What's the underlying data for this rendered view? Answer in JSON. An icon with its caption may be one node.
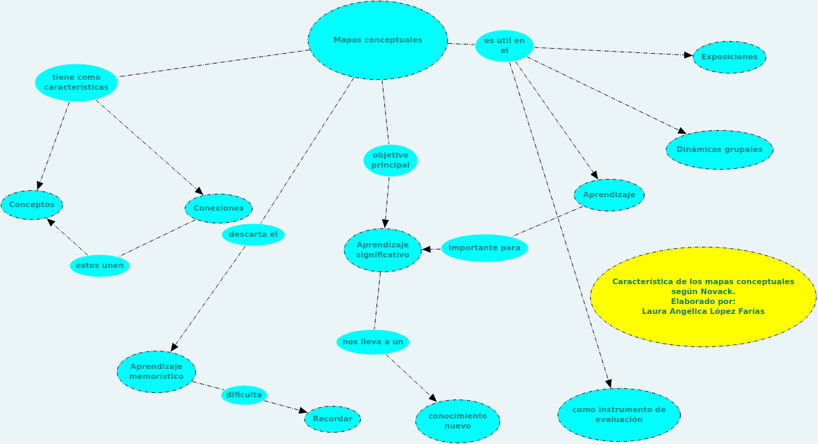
{
  "diagram": {
    "nodes": [
      {
        "text": [
          "Mapas conceptuales"
        ]
      },
      {
        "text": [
          "es util en el"
        ]
      },
      {
        "text": [
          "Exposiciones"
        ]
      },
      {
        "text": [
          "tiene como características"
        ]
      },
      {
        "text": [
          "Dinámicas grupales"
        ]
      },
      {
        "text": [
          "objetivo principal"
        ]
      },
      {
        "text": [
          "Aprendizaje"
        ]
      },
      {
        "text": [
          "Conceptos"
        ]
      },
      {
        "text": [
          "Conexiones"
        ]
      },
      {
        "text": [
          "descarta el"
        ]
      },
      {
        "text": [
          "Aprendizaje significativo"
        ]
      },
      {
        "text": [
          "importante para"
        ]
      },
      {
        "text": [
          "estos unen"
        ]
      },
      {
        "text": [
          "Característica de los mapas conceptuales según Novack.",
          "Elaborado por:",
          "Laura Angélica López Farías"
        ]
      },
      {
        "text": [
          "nos lleva a un"
        ]
      },
      {
        "text": [
          "Aprendizaje memorístico"
        ]
      },
      {
        "text": [
          "dificulta"
        ]
      },
      {
        "text": [
          "Recordar"
        ]
      },
      {
        "text": [
          "conocimiento nuevo"
        ]
      },
      {
        "text": [
          "como instrumento de evaluación"
        ]
      }
    ],
    "edges": [
      {
        "from": 0,
        "to": 1,
        "arrow": "none"
      },
      {
        "from": 1,
        "to": 2,
        "arrow": "to"
      },
      {
        "from": 0,
        "to": 3,
        "arrow": "none"
      },
      {
        "from": 1,
        "to": 4,
        "arrow": "to"
      },
      {
        "from": 3,
        "to": 7,
        "arrow": "to"
      },
      {
        "from": 3,
        "to": 8,
        "arrow": "to"
      },
      {
        "from": 0,
        "to": 5,
        "arrow": "none"
      },
      {
        "from": 5,
        "to": 10,
        "arrow": "to"
      },
      {
        "from": 1,
        "to": 6,
        "arrow": "to"
      },
      {
        "from": 0,
        "to": 9,
        "arrow": "none"
      },
      {
        "from": 6,
        "to": 11,
        "arrow": "none"
      },
      {
        "from": 11,
        "to": 10,
        "arrow": "to"
      },
      {
        "from": 8,
        "to": 12,
        "arrow": "none"
      },
      {
        "from": 12,
        "to": 7,
        "arrow": "to"
      },
      {
        "from": 1,
        "to": 19,
        "arrow": "to"
      },
      {
        "from": 10,
        "to": 14,
        "arrow": "none"
      },
      {
        "from": 9,
        "to": 15,
        "arrow": "to"
      },
      {
        "from": 14,
        "to": 18,
        "arrow": "to"
      },
      {
        "from": 15,
        "to": 16,
        "arrow": "none"
      },
      {
        "from": 16,
        "to": 17,
        "arrow": "to"
      }
    ]
  }
}
